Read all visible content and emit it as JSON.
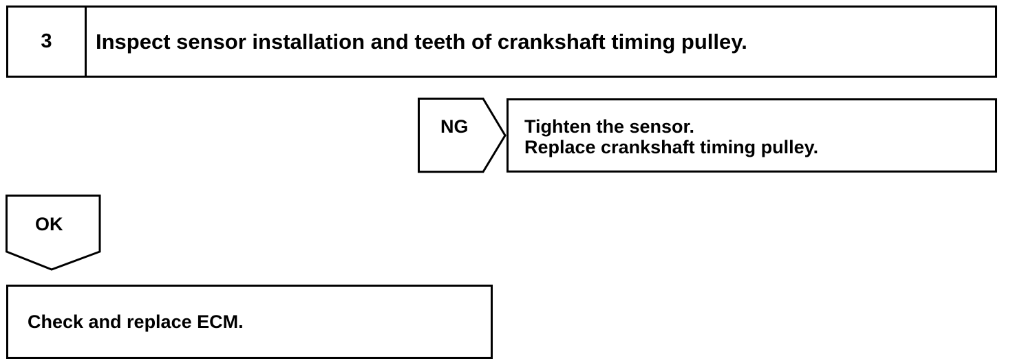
{
  "step": {
    "number": "3",
    "title": "Inspect sensor installation and teeth of crankshaft timing pulley."
  },
  "ng_branch": {
    "label": "NG",
    "result_lines": [
      "Tighten the sensor.",
      "Replace crankshaft timing pulley."
    ]
  },
  "ok_branch": {
    "label": "OK",
    "result": "Check and replace ECM."
  }
}
